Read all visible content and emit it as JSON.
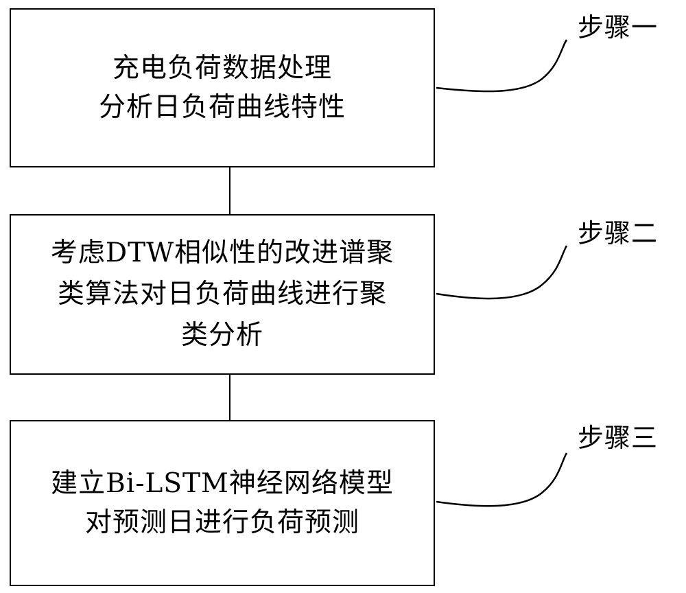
{
  "steps": [
    {
      "label": "步骤一",
      "lines": [
        "充电负荷数据处理",
        "分析日负荷曲线特性"
      ]
    },
    {
      "label": "步骤二",
      "lines": [
        "考虑DTW相似性的改进谱聚",
        "类算法对日负荷曲线进行聚",
        "类分析"
      ]
    },
    {
      "label": "步骤三",
      "lines": [
        "建立Bi-LSTM神经网络模型",
        "对预测日进行负荷预测"
      ]
    }
  ]
}
